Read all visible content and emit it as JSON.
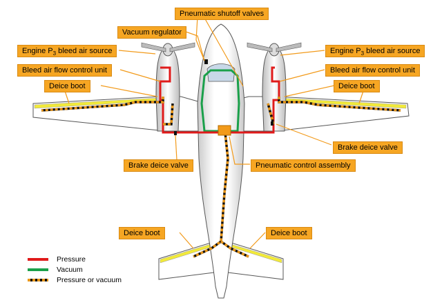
{
  "callouts": {
    "pneumatic_shutoff": "Pneumatic shutoff valves",
    "vacuum_regulator": "Vacuum regulator",
    "engine_bleed_left_pre": "Engine P",
    "engine_bleed_left_sub": "3",
    "engine_bleed_left_post": " bleed air source",
    "engine_bleed_right_pre": "Engine P",
    "engine_bleed_right_sub": "3",
    "engine_bleed_right_post": " bleed air source",
    "bleed_flow_left": "Bleed air flow control unit",
    "bleed_flow_right": "Bleed air flow control unit",
    "deice_boot_wing_left": "Deice boot",
    "deice_boot_wing_right": "Deice boot",
    "brake_deice_right": "Brake deice valve",
    "brake_deice_left": "Brake deice valve",
    "pneumatic_control": "Pneumatic control assembly",
    "deice_boot_tail_left": "Deice boot",
    "deice_boot_tail_right": "Deice boot"
  },
  "legend": {
    "pressure": "Pressure",
    "vacuum": "Vacuum",
    "either": "Pressure or vacuum"
  },
  "colors": {
    "pressure": "#e01b1b",
    "vacuum": "#1aa04a",
    "either_dash": "#e8961a",
    "deice_boot": "#f2ea3a",
    "callout": "#f6a623"
  }
}
